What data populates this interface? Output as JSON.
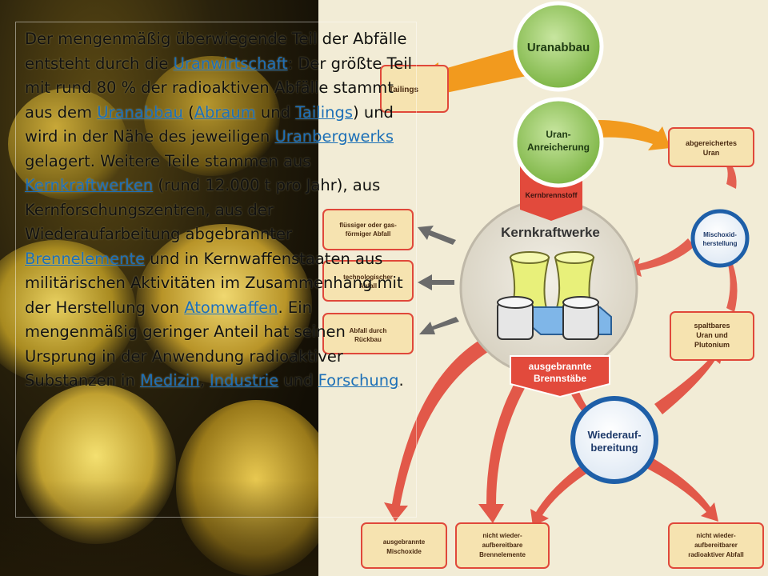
{
  "paragraph": {
    "t1": "Der mengenmäßig überwiegende Teil der Abfälle entsteht durch die ",
    "link1": "Uranwirtschaft",
    "t2": ": Der größte Teil mit rund 80 % der radioaktiven Abfälle stammt aus dem ",
    "link2": "Uranabbau",
    "t3": " (",
    "link3": "Abraum",
    "t4": " und ",
    "link4": "Tailings",
    "t5": ") und wird in der Nähe des jeweiligen ",
    "link5": "Uranbergwerks",
    "t6": " gelagert. Weitere Teile stammen aus ",
    "link6": "Kernkraftwerken",
    "t7": " (rund 12.000 t pro Jahr), aus Kernforschungszentren, aus der Wiederaufarbeitung abgebrannter ",
    "link7": "Brennelemente",
    "t8": " und in Kernwaffenstaaten aus militärischen Aktivitäten im Zusammenhang mit der Herstellung von ",
    "link8": "Atomwaffen",
    "t9": ". Ein mengenmäßig geringer Anteil hat seinen Ursprung in der Anwendung radioaktiver Substanzen in ",
    "link9": "Medizin",
    "t10": ", ",
    "link10": "Industrie",
    "t11": " und ",
    "link11": "Forschung",
    "t12": "."
  },
  "diagram": {
    "uranabbau": "Uranabbau",
    "anreicherung_1": "Uran-",
    "anreicherung_2": "Anreicherung",
    "tailings": "Tailings",
    "kernbrennstoff": "Kernbrennstoff",
    "kernkraftwerke": "Kernkraftwerke",
    "ausgebrannte_1": "ausgebrannte",
    "ausgebrannte_2": "Brennstäbe",
    "abgereichert_1": "abgereichertes",
    "abgereichert_2": "Uran",
    "mischoxid_1": "Mischoxid-",
    "mischoxid_2": "herstellung",
    "spaltbar_1": "spaltbares",
    "spaltbar_2": "Uran und",
    "spaltbar_3": "Plutonium",
    "fluessig_1": "flüssiger oder gas-",
    "fluessig_2": "förmiger Abfall",
    "technologisch_1": "technologischer",
    "technologisch_2": "Abfall",
    "rueckbau_1": "Abfall durch",
    "rueckbau_2": "Rückbau",
    "wiederauf_1": "Wiederauf-",
    "wiederauf_2": "bereitung",
    "mischoxide_1": "ausgebrannte",
    "mischoxide_2": "Mischoxide",
    "brennelemente_1": "nicht wieder-",
    "brennelemente_2": "aufbereitbare",
    "brennelemente_3": "Brennelemente",
    "radioaktiv_1": "nicht wieder-",
    "radioaktiv_2": "aufbereitbarer",
    "radioaktiv_3": "radioaktiver Abfall"
  },
  "colors": {
    "green_circle": "#8fc25a",
    "orange_arrow": "#f29a1e",
    "red_arrow": "#e0483a",
    "box_fill": "#f6e3b0",
    "blue_circle": "#1e5fa8",
    "link": "#1d6fb8"
  }
}
